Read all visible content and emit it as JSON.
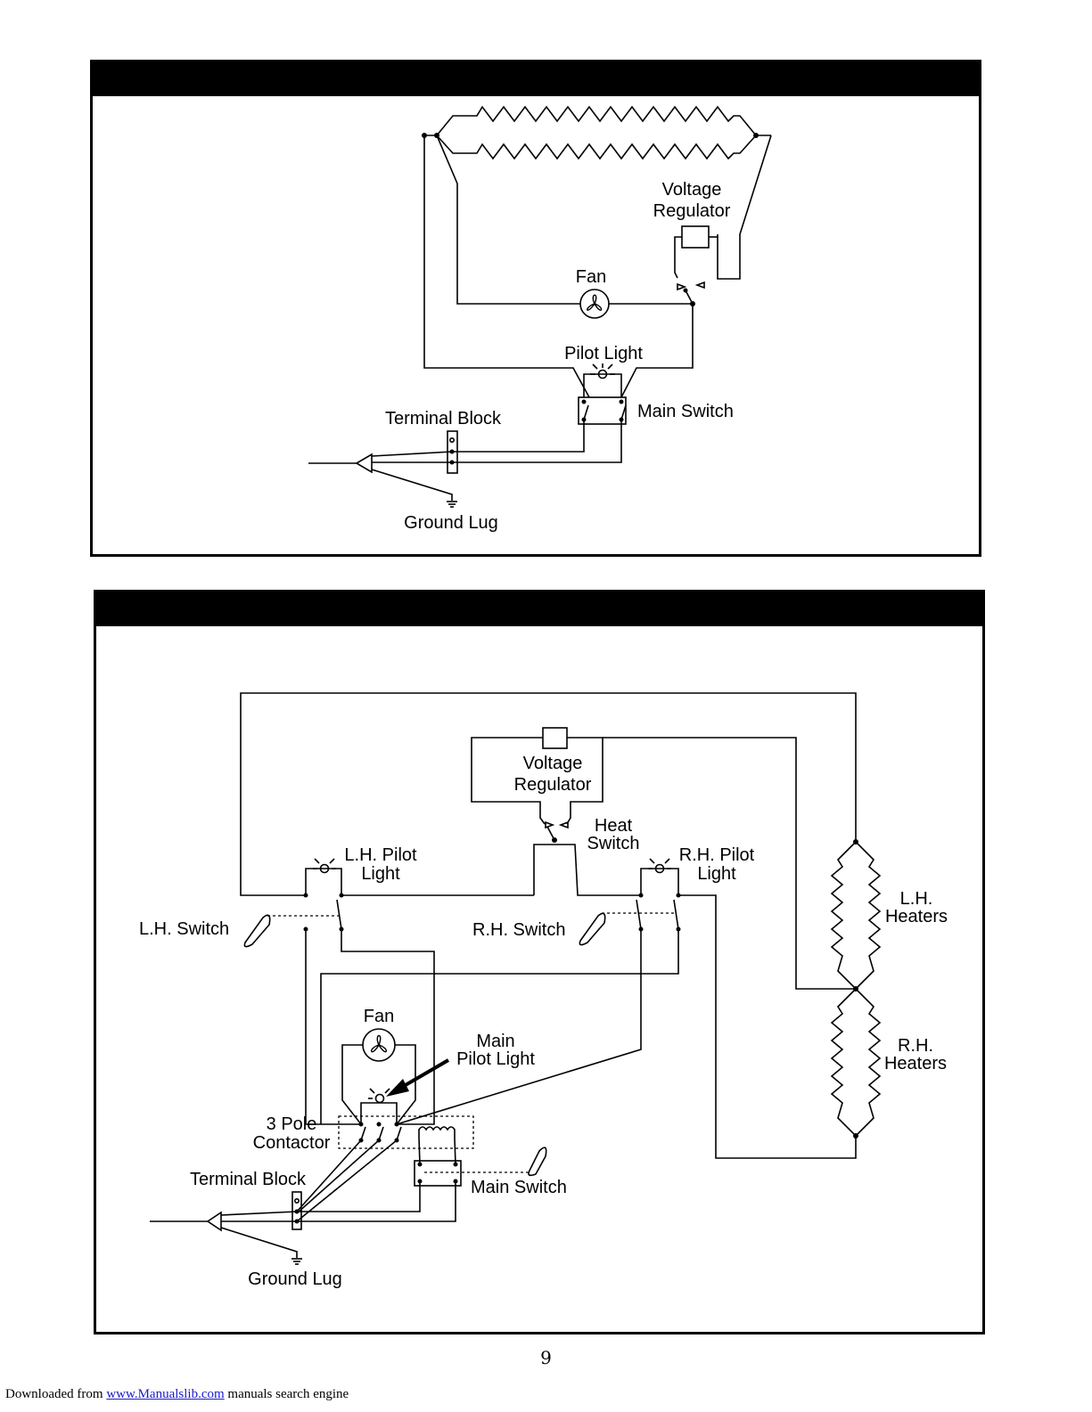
{
  "diagram1": {
    "labels": {
      "voltage_regulator": [
        "Voltage",
        "Regulator"
      ],
      "fan": "Fan",
      "pilot_light": "Pilot Light",
      "terminal_block": "Terminal Block",
      "main_switch": "Main Switch",
      "ground_lug": "Ground Lug"
    }
  },
  "diagram2": {
    "labels": {
      "voltage_regulator": [
        "Voltage",
        "Regulator"
      ],
      "heat_switch": [
        "Heat",
        "Switch"
      ],
      "lh_pilot_light": [
        "L.H. Pilot",
        "Light"
      ],
      "rh_pilot_light": [
        "R.H. Pilot",
        "Light"
      ],
      "lh_switch": "L.H. Switch",
      "rh_switch": "R.H. Switch",
      "lh_heaters": [
        "L.H.",
        "Heaters"
      ],
      "rh_heaters": [
        "R.H.",
        "Heaters"
      ],
      "fan": "Fan",
      "main_pilot_light": [
        "Main",
        "Pilot Light"
      ],
      "three_pole_contactor": [
        "3 Pole",
        "Contactor"
      ],
      "terminal_block": "Terminal Block",
      "main_switch": "Main Switch",
      "ground_lug": "Ground Lug"
    }
  },
  "page_number": "9",
  "footer": {
    "prefix": "Downloaded from ",
    "link_text": "www.Manualslib.com",
    "suffix": " manuals search engine"
  }
}
